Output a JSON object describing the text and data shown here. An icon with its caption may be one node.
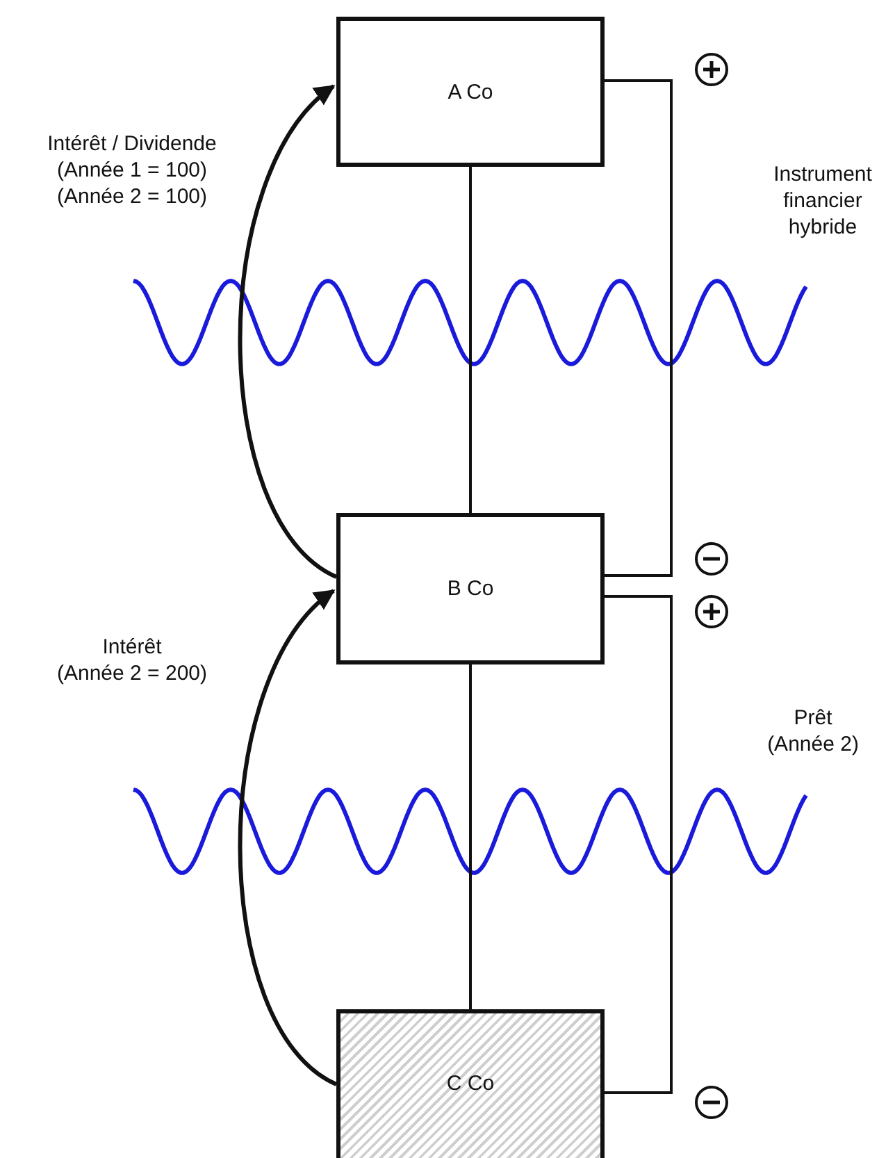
{
  "diagram": {
    "nodes": [
      {
        "text": [
          "A Co"
        ]
      },
      {
        "text": [
          "B Co"
        ]
      },
      {
        "text": [
          "C Co"
        ]
      }
    ],
    "edges": [
      {
        "from": 0,
        "to": 1,
        "arrow": "none"
      },
      {
        "from": 1,
        "to": 2,
        "arrow": "none"
      },
      {
        "from": 0,
        "to": 1,
        "arrow": "none",
        "label": "Instrument financier hybride"
      },
      {
        "from": 1,
        "to": 2,
        "arrow": "none",
        "label": "Prêt (Année 2)"
      },
      {
        "from": 1,
        "to": 0,
        "arrow": "to",
        "label": "Intérêt / Dividende (Année 1 = 100) (Année 2 = 100)"
      },
      {
        "from": 2,
        "to": 1,
        "arrow": "to",
        "label": "Intérêt (Année 2 = 200)"
      }
    ]
  }
}
